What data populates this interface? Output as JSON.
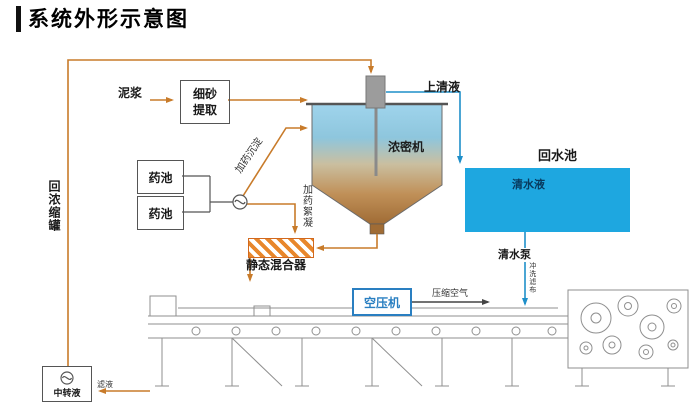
{
  "title": "系统外形示意图",
  "labels": {
    "mud": "泥浆",
    "sand_extraction": "细砂提取",
    "supernatant": "上清液",
    "thickener": "浓密机",
    "return_pool": "回水池",
    "clear_water": "清水液",
    "clear_water_pump": "清水泵",
    "chem_tank_1": "药池",
    "chem_tank_2": "药池",
    "dosing_sediment": "加药沉淀",
    "dosing_flocculate": "加药絮凝",
    "static_mixer": "静态混合器",
    "return_concentrate": "回浓缩罐",
    "air_compressor": "空压机",
    "compressed_air": "压缩空气",
    "wash_filter_cloth": "冲洗滤布",
    "transfer_tank": "中转液",
    "filtrate": "滤液"
  },
  "colors": {
    "slurry_line": "#c87b2a",
    "water_line": "#1f8fc9",
    "pool_fill": "#1ea7e0",
    "mixer_orange": "#e8872c",
    "compressor_blue": "#2a7fc1",
    "machine_line": "#8f8f8f"
  }
}
